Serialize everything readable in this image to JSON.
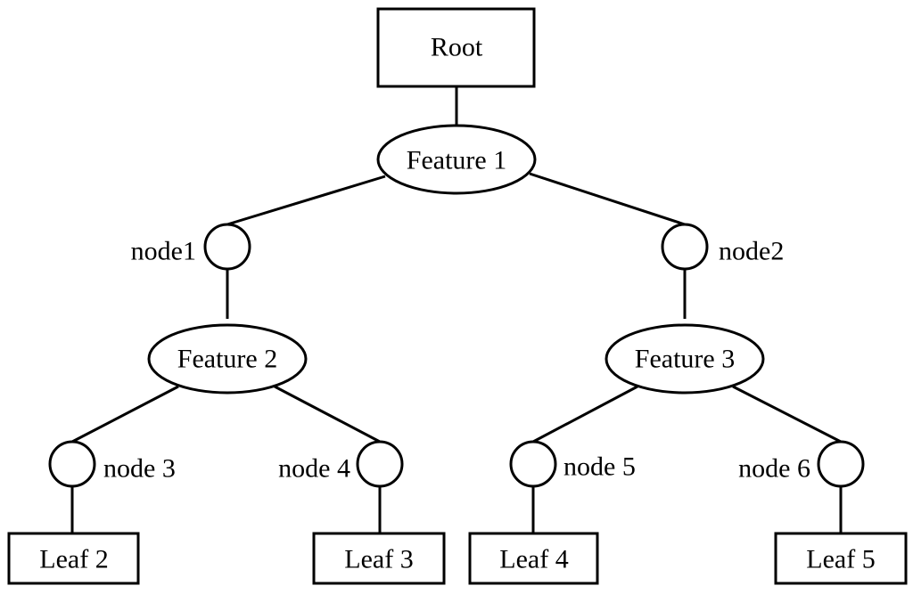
{
  "diagram": {
    "root": {
      "label": "Root"
    },
    "features": {
      "f1": {
        "label": "Feature 1"
      },
      "f2": {
        "label": "Feature 2"
      },
      "f3": {
        "label": "Feature 3"
      }
    },
    "nodes": {
      "n1": {
        "label": "node1"
      },
      "n2": {
        "label": "node2"
      },
      "n3": {
        "label": "node 3"
      },
      "n4": {
        "label": "node 4"
      },
      "n5": {
        "label": "node 5"
      },
      "n6": {
        "label": "node 6"
      }
    },
    "leaves": {
      "l2": {
        "label": "Leaf 2"
      },
      "l3": {
        "label": "Leaf 3"
      },
      "l4": {
        "label": "Leaf 4"
      },
      "l5": {
        "label": "Leaf 5"
      }
    }
  },
  "colors": {
    "stroke": "#000000",
    "fill": "#ffffff",
    "background": "#ffffff"
  }
}
